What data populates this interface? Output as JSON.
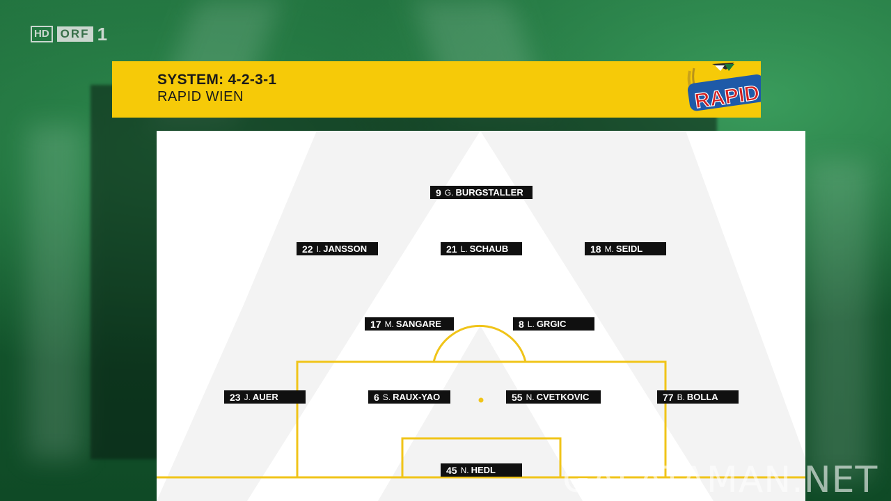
{
  "broadcaster": {
    "hd": "HD",
    "name": "ORF",
    "number": "1"
  },
  "banner": {
    "system": "SYSTEM: 4-2-3-1",
    "team": "RAPID WIEN",
    "crest_text": "RAPID"
  },
  "players": {
    "st": {
      "number": "9",
      "initial": "G.",
      "surname": "BURGSTALLER"
    },
    "lam": {
      "number": "22",
      "initial": "I.",
      "surname": "JANSSON"
    },
    "cam": {
      "number": "21",
      "initial": "L.",
      "surname": "SCHAUB"
    },
    "ram": {
      "number": "18",
      "initial": "M.",
      "surname": "SEIDL"
    },
    "ldm": {
      "number": "17",
      "initial": "M.",
      "surname": "SANGARE"
    },
    "rdm": {
      "number": "8",
      "initial": "L.",
      "surname": "GRGIC"
    },
    "lb": {
      "number": "23",
      "initial": "J.",
      "surname": "AUER"
    },
    "lcb": {
      "number": "6",
      "initial": "S.",
      "surname": "RAUX-YAO"
    },
    "rcb": {
      "number": "55",
      "initial": "N.",
      "surname": "CVETKOVIC"
    },
    "rb": {
      "number": "77",
      "initial": "B.",
      "surname": "BOLLA"
    },
    "gk": {
      "number": "45",
      "initial": "N.",
      "surname": "HEDL"
    }
  },
  "watermark": "GALATAMAN.NET",
  "colors": {
    "accent_yellow": "#f6ca08",
    "pitch_line": "#f0c419",
    "plate": "#101010",
    "crest_red": "#d32020",
    "crest_blue": "#1e5aa8",
    "crest_green": "#1a7a3a"
  }
}
